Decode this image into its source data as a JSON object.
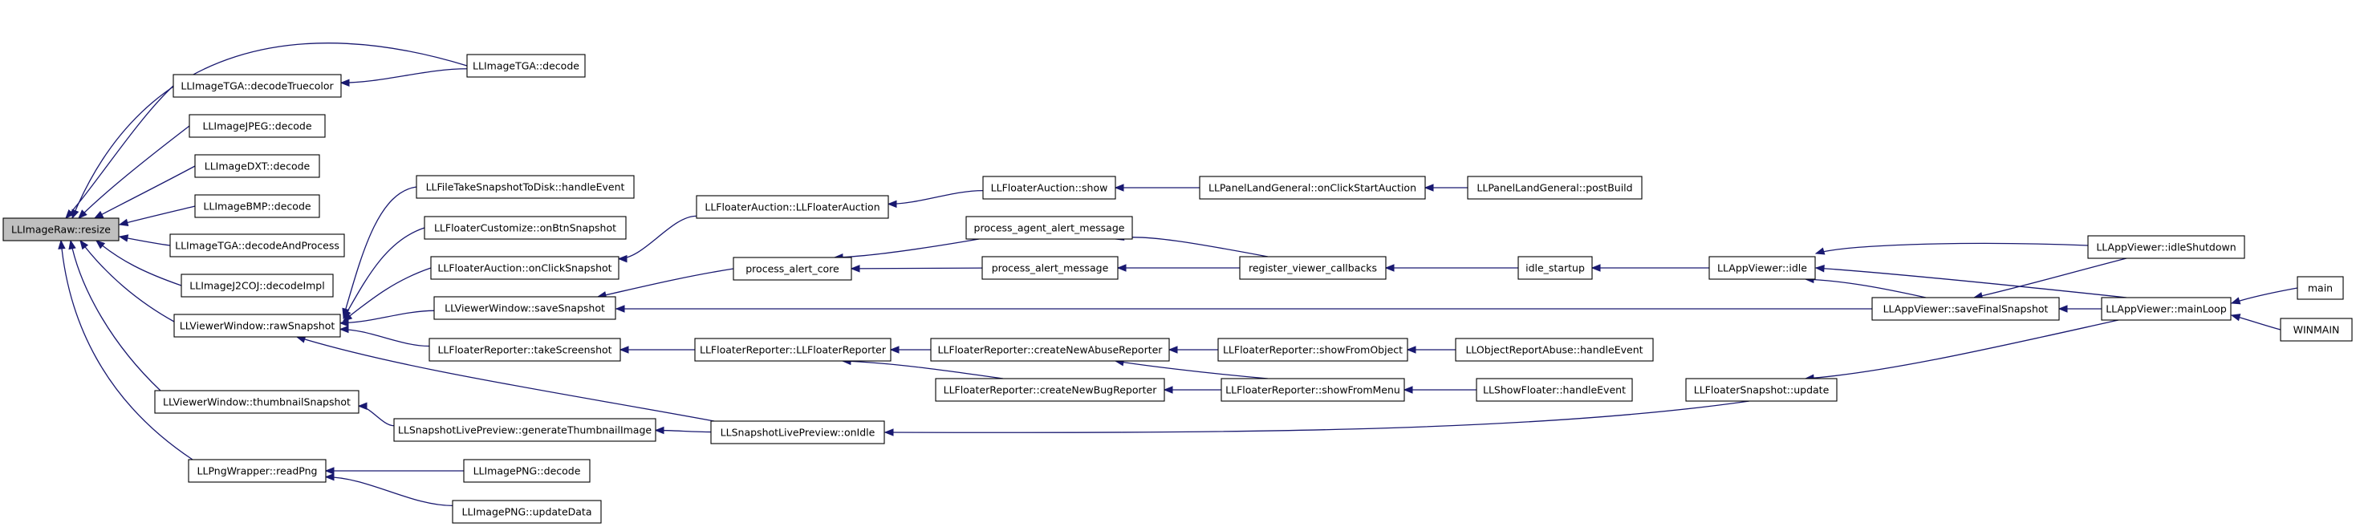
{
  "graph": {
    "root": "LLImageRaw::resize",
    "nodes": [
      {
        "id": "resize",
        "label": "LLImageRaw::resize",
        "root": true
      },
      {
        "id": "tga_decode",
        "label": "LLImageTGA::decode"
      },
      {
        "id": "tga_truecolor",
        "label": "LLImageTGA::decodeTruecolor"
      },
      {
        "id": "jpeg_decode",
        "label": "LLImageJPEG::decode"
      },
      {
        "id": "dxt_decode",
        "label": "LLImageDXT::decode"
      },
      {
        "id": "bmp_decode",
        "label": "LLImageBMP::decode"
      },
      {
        "id": "tga_decodeproc",
        "label": "LLImageTGA::decodeAndProcess"
      },
      {
        "id": "j2c_decodeimpl",
        "label": "LLImageJ2COJ::decodeImpl"
      },
      {
        "id": "raw_snapshot",
        "label": "LLViewerWindow::rawSnapshot"
      },
      {
        "id": "thumb_snapshot",
        "label": "LLViewerWindow::thumbnailSnapshot"
      },
      {
        "id": "png_readpng",
        "label": "LLPngWrapper::readPng"
      },
      {
        "id": "file_take",
        "label": "LLFileTakeSnapshotToDisk::handleEvent"
      },
      {
        "id": "customize_btn",
        "label": "LLFloaterCustomize::onBtnSnapshot"
      },
      {
        "id": "auction_click",
        "label": "LLFloaterAuction::onClickSnapshot"
      },
      {
        "id": "save_snapshot",
        "label": "LLViewerWindow::saveSnapshot"
      },
      {
        "id": "reporter_take",
        "label": "LLFloaterReporter::takeScreenshot"
      },
      {
        "id": "gen_thumb",
        "label": "LLSnapshotLivePreview::generateThumbnailImage"
      },
      {
        "id": "png_decode",
        "label": "LLImagePNG::decode"
      },
      {
        "id": "png_update",
        "label": "LLImagePNG::updateData"
      },
      {
        "id": "auction_ctor",
        "label": "LLFloaterAuction::LLFloaterAuction"
      },
      {
        "id": "alert_core",
        "label": "process_alert_core"
      },
      {
        "id": "reporter_ctor",
        "label": "LLFloaterReporter::LLFloaterReporter"
      },
      {
        "id": "live_onidle",
        "label": "LLSnapshotLivePreview::onIdle"
      },
      {
        "id": "auction_show",
        "label": "LLFloaterAuction::show"
      },
      {
        "id": "agent_alert",
        "label": "process_agent_alert_message"
      },
      {
        "id": "alert_msg",
        "label": "process_alert_message"
      },
      {
        "id": "new_abuse",
        "label": "LLFloaterReporter::createNewAbuseReporter"
      },
      {
        "id": "new_bug",
        "label": "LLFloaterReporter::createNewBugReporter"
      },
      {
        "id": "land_auction",
        "label": "LLPanelLandGeneral::onClickStartAuction"
      },
      {
        "id": "register_cb",
        "label": "register_viewer_callbacks"
      },
      {
        "id": "show_obj",
        "label": "LLFloaterReporter::showFromObject"
      },
      {
        "id": "show_menu",
        "label": "LLFloaterReporter::showFromMenu"
      },
      {
        "id": "land_postbuild",
        "label": "LLPanelLandGeneral::postBuild"
      },
      {
        "id": "idle_startup",
        "label": "idle_startup"
      },
      {
        "id": "report_abuse",
        "label": "LLObjectReportAbuse::handleEvent"
      },
      {
        "id": "show_floater",
        "label": "LLShowFloater::handleEvent"
      },
      {
        "id": "floater_snap_update",
        "label": "LLFloaterSnapshot::update"
      },
      {
        "id": "app_idle",
        "label": "LLAppViewer::idle"
      },
      {
        "id": "save_final",
        "label": "LLAppViewer::saveFinalSnapshot"
      },
      {
        "id": "idle_shutdown",
        "label": "LLAppViewer::idleShutdown"
      },
      {
        "id": "main_loop",
        "label": "LLAppViewer::mainLoop"
      },
      {
        "id": "main",
        "label": "main"
      },
      {
        "id": "winmain",
        "label": "WINMAIN"
      }
    ],
    "edges": [
      [
        "tga_decode",
        "resize"
      ],
      [
        "tga_decode",
        "tga_truecolor"
      ],
      [
        "tga_truecolor",
        "resize"
      ],
      [
        "jpeg_decode",
        "resize"
      ],
      [
        "dxt_decode",
        "resize"
      ],
      [
        "bmp_decode",
        "resize"
      ],
      [
        "tga_decodeproc",
        "resize"
      ],
      [
        "j2c_decodeimpl",
        "resize"
      ],
      [
        "raw_snapshot",
        "resize"
      ],
      [
        "thumb_snapshot",
        "resize"
      ],
      [
        "png_readpng",
        "resize"
      ],
      [
        "file_take",
        "raw_snapshot"
      ],
      [
        "customize_btn",
        "raw_snapshot"
      ],
      [
        "auction_click",
        "raw_snapshot"
      ],
      [
        "save_snapshot",
        "raw_snapshot"
      ],
      [
        "reporter_take",
        "raw_snapshot"
      ],
      [
        "live_onidle",
        "raw_snapshot"
      ],
      [
        "gen_thumb",
        "thumb_snapshot"
      ],
      [
        "png_decode",
        "png_readpng"
      ],
      [
        "png_update",
        "png_readpng"
      ],
      [
        "auction_ctor",
        "auction_click"
      ],
      [
        "alert_core",
        "save_snapshot"
      ],
      [
        "save_final",
        "save_snapshot"
      ],
      [
        "reporter_ctor",
        "reporter_take"
      ],
      [
        "live_onidle",
        "gen_thumb"
      ],
      [
        "auction_show",
        "auction_ctor"
      ],
      [
        "agent_alert",
        "alert_core"
      ],
      [
        "alert_msg",
        "alert_core"
      ],
      [
        "new_abuse",
        "reporter_ctor"
      ],
      [
        "new_bug",
        "reporter_ctor"
      ],
      [
        "floater_snap_update",
        "live_onidle"
      ],
      [
        "land_auction",
        "auction_show"
      ],
      [
        "register_cb",
        "agent_alert"
      ],
      [
        "register_cb",
        "alert_msg"
      ],
      [
        "show_obj",
        "new_abuse"
      ],
      [
        "show_menu",
        "new_abuse"
      ],
      [
        "show_menu",
        "new_bug"
      ],
      [
        "land_postbuild",
        "land_auction"
      ],
      [
        "idle_startup",
        "register_cb"
      ],
      [
        "report_abuse",
        "show_obj"
      ],
      [
        "show_floater",
        "show_menu"
      ],
      [
        "main_loop",
        "floater_snap_update"
      ],
      [
        "app_idle",
        "idle_startup"
      ],
      [
        "idle_shutdown",
        "app_idle"
      ],
      [
        "main_loop",
        "app_idle"
      ],
      [
        "save_final",
        "app_idle"
      ],
      [
        "idle_shutdown",
        "save_final"
      ],
      [
        "main_loop",
        "save_final"
      ],
      [
        "main",
        "main_loop"
      ],
      [
        "winmain",
        "main_loop"
      ]
    ]
  }
}
